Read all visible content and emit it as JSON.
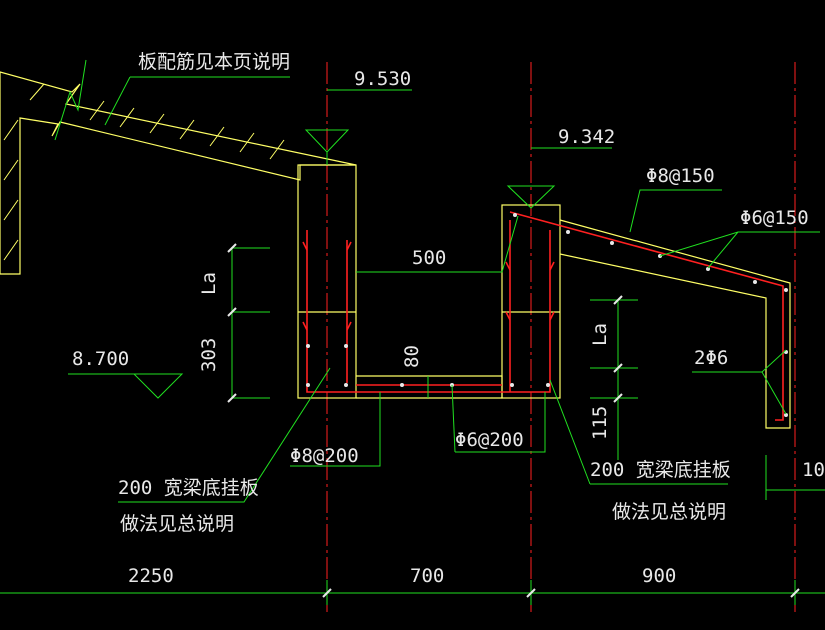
{
  "drawing": {
    "elevations": {
      "left_top": "9.530",
      "right_top": "9.342",
      "left_bottom": "8.700"
    },
    "notes": {
      "slab_rebar": "板配筋见本页说明",
      "hanger_left_line1": "200 宽梁底挂板",
      "hanger_left_line2": "做法见总说明",
      "hanger_right_line1": "200 宽梁底挂板",
      "hanger_right_line2": "做法见总说明"
    },
    "rebar": {
      "r_top": "Φ8@150",
      "r_dist": "Φ6@150",
      "r_corner": "2Φ6",
      "r_left_beam": "Φ8@200",
      "r_trough": "Φ6@200"
    },
    "dims": {
      "span_500": "500",
      "depth_303": "303",
      "la_left": "La",
      "la_right": "La",
      "thick_80": "80",
      "d_115": "115",
      "d_100": "10",
      "bottom_2250": "2250",
      "bottom_700": "700",
      "bottom_900": "900"
    },
    "colors": {
      "background": "#000000",
      "outline": "#ffff66",
      "rebar": "#ff2020",
      "leader": "#20e020",
      "text": "#e8e8e8",
      "axis": "#ff2020"
    }
  }
}
